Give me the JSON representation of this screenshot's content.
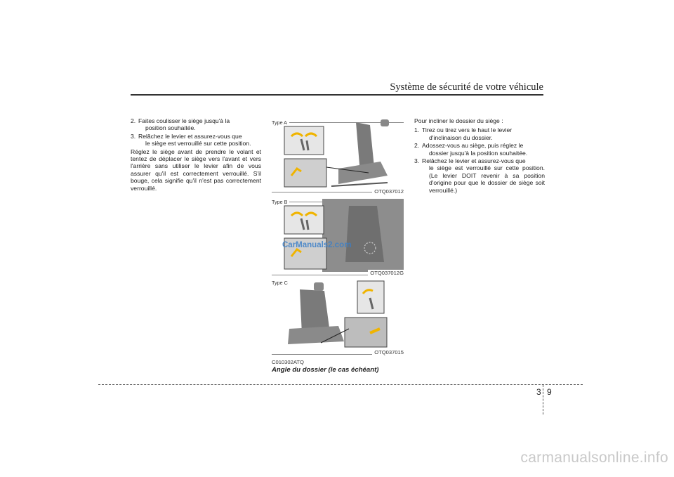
{
  "header": {
    "title": "Système de sécurité de votre véhicule"
  },
  "left_column": {
    "steps": [
      {
        "num": "2.",
        "first": "Faites coulisser le siège jusqu'à la",
        "rest": "position souhaitée."
      },
      {
        "num": "3.",
        "first": "Relâchez le levier et assurez-vous que",
        "rest": "le siège est verrouillé sur cette position."
      }
    ],
    "paragraph": "Réglez le siège avant de prendre le volant et tentez de déplacer le siège vers l'avant et vers l'arrière sans utiliser le levier afin de vous assurer qu'il est correctement verrouillé. S'il bouge, cela signifie qu'il n'est pas correctement verrouillé."
  },
  "figures": [
    {
      "type": "Type A",
      "code": "OTQ037012"
    },
    {
      "type": "Type B",
      "code": "OTQ037012G"
    },
    {
      "type": "Type C",
      "code": "OTQ037015"
    }
  ],
  "figure_caption": {
    "code": "C010302ATQ",
    "title": "Angle du dossier (le cas échéant)"
  },
  "right_column": {
    "intro": "Pour incliner le dossier du siège :",
    "steps": [
      {
        "num": "1.",
        "first": "Tirez ou tirez vers le haut le levier",
        "rest": "d'inclinaison du dossier."
      },
      {
        "num": "2.",
        "first": "Adossez-vous au siège, puis réglez le",
        "rest": "dossier jusqu'à la position souhaitée."
      },
      {
        "num": "3.",
        "first": "Relâchez le levier et assurez-vous que",
        "rest": "le siège est verrouillé sur cette position. (Le levier DOIT revenir à sa position d'origine pour que le dossier de siège soit verrouillé.)"
      }
    ]
  },
  "watermark": "CarManuals2.com",
  "page_number": {
    "chapter": "3",
    "page": "9"
  },
  "footer_site": "carmanualsonline.info",
  "colors": {
    "accent_arrow": "#f0b400",
    "watermark": "#3b7fc8",
    "seat": "#7a7a7a"
  }
}
